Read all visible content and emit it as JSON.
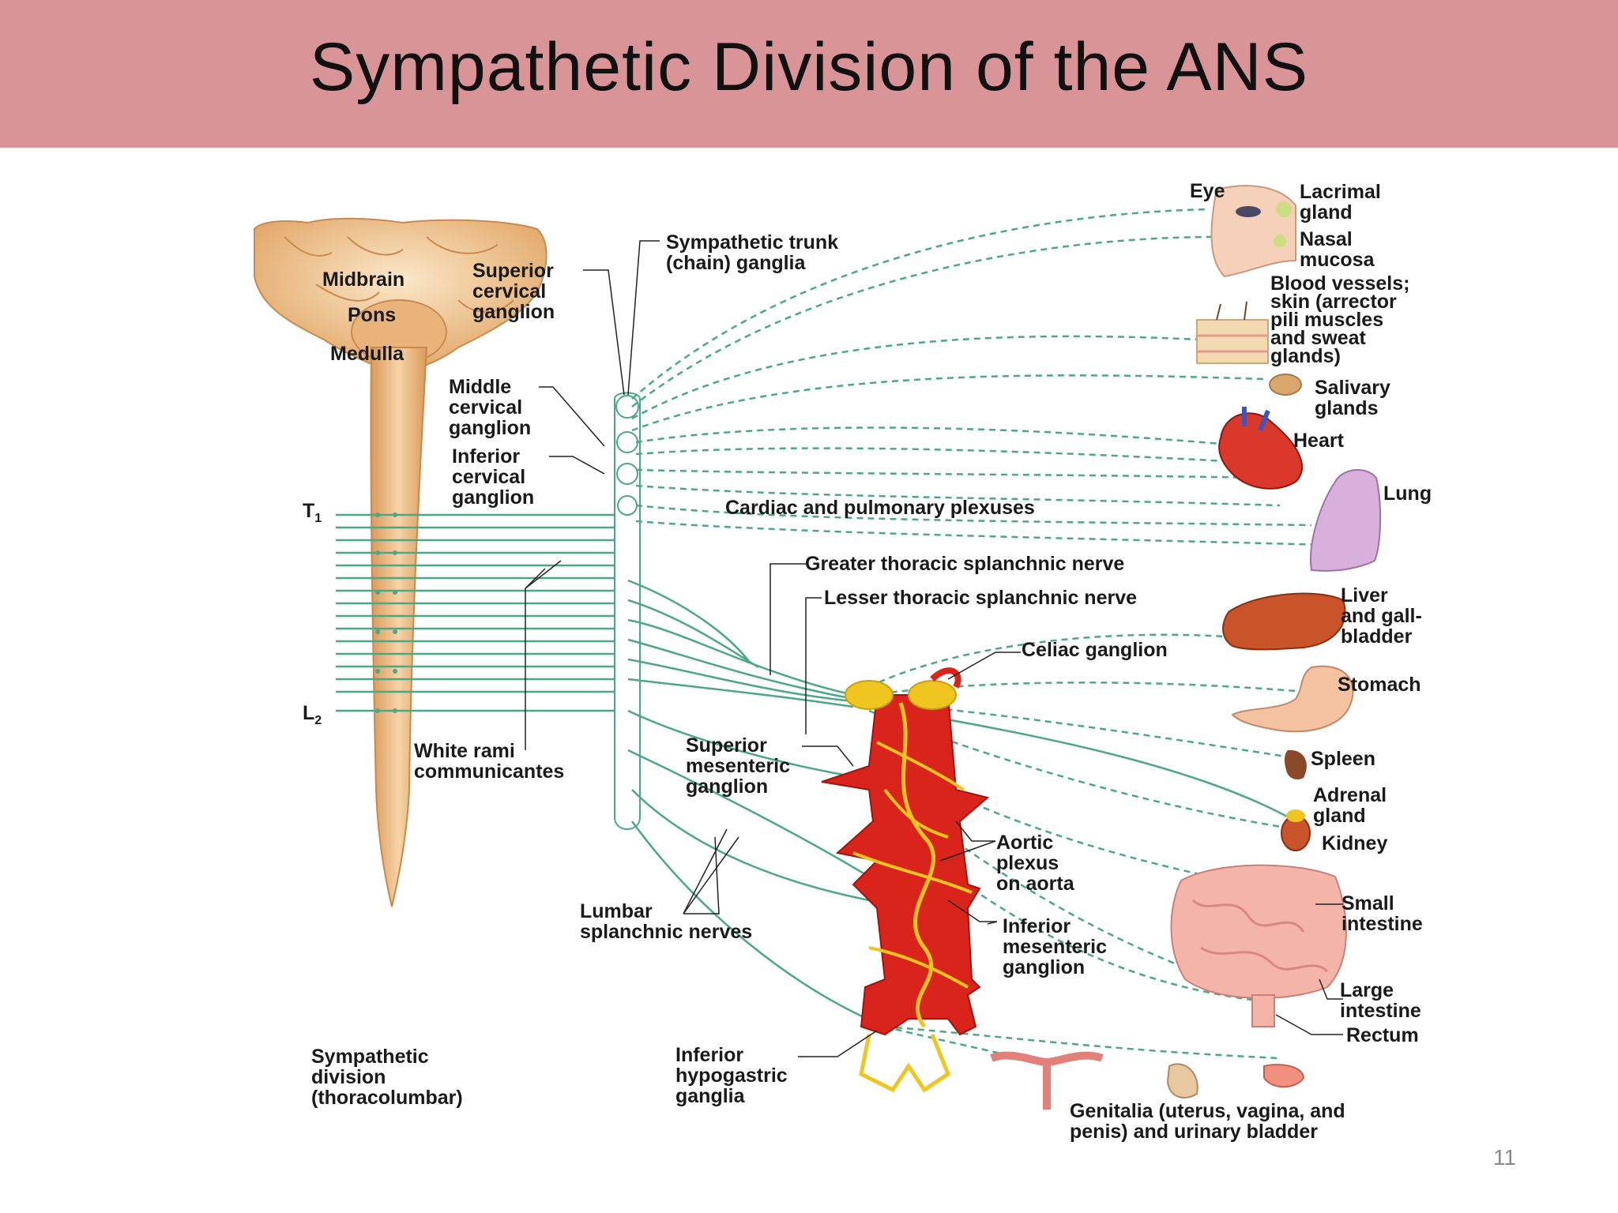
{
  "title": "Sympathetic Division of the ANS",
  "page_number": "11",
  "colors": {
    "title_bar": "#d99497",
    "nerve": "#4aa887",
    "cord": "#e8b476",
    "aorta": "#d9241b",
    "plexus": "#f0c520"
  },
  "labels": {
    "midbrain": "Midbrain",
    "pons": "Pons",
    "medulla": "Medulla",
    "superior_cervical_ganglion": "Superior\ncervical\nganglion",
    "middle_cervical_ganglion": "Middle\ncervical\nganglion",
    "inferior_cervical_ganglion": "Inferior\ncervical\nganglion",
    "t1": "T",
    "t1_sub": "1",
    "l2": "L",
    "l2_sub": "2",
    "sympathetic_trunk": "Sympathetic trunk\n(chain) ganglia",
    "cardiac_pulmonary_plexuses": "Cardiac and pulmonary plexuses",
    "greater_thoracic_splanchnic": "Greater thoracic splanchnic nerve",
    "lesser_thoracic_splanchnic": "Lesser thoracic splanchnic nerve",
    "celiac_ganglion": "Celiac ganglion",
    "white_rami": "White rami\ncommunicantes",
    "superior_mesenteric_ganglion": "Superior\nmesenteric\nganglion",
    "aortic_plexus": "Aortic\nplexus\non aorta",
    "inferior_mesenteric_ganglion": "Inferior\nmesenteric\nganglion",
    "lumbar_splanchnic": "Lumbar\nsplanchnic nerves",
    "inferior_hypogastric": "Inferior\nhypogastric\nganglia",
    "sympathetic_division": "Sympathetic\ndivision\n(thoracolumbar)",
    "eye": "Eye",
    "lacrimal_gland": "Lacrimal\ngland",
    "nasal_mucosa": "Nasal\nmucosa",
    "blood_vessels": "Blood vessels;\nskin (arrector\npili muscles\nand sweat\nglands)",
    "salivary_glands": "Salivary\nglands",
    "heart": "Heart",
    "lung": "Lung",
    "liver": "Liver\nand gall-\nbladder",
    "stomach": "Stomach",
    "spleen": "Spleen",
    "adrenal_gland": "Adrenal\ngland",
    "kidney": "Kidney",
    "small_intestine": "Small\nintestine",
    "large_intestine": "Large\nintestine",
    "rectum": "Rectum",
    "genitalia": "Genitalia (uterus, vagina, and\npenis) and urinary bladder"
  }
}
